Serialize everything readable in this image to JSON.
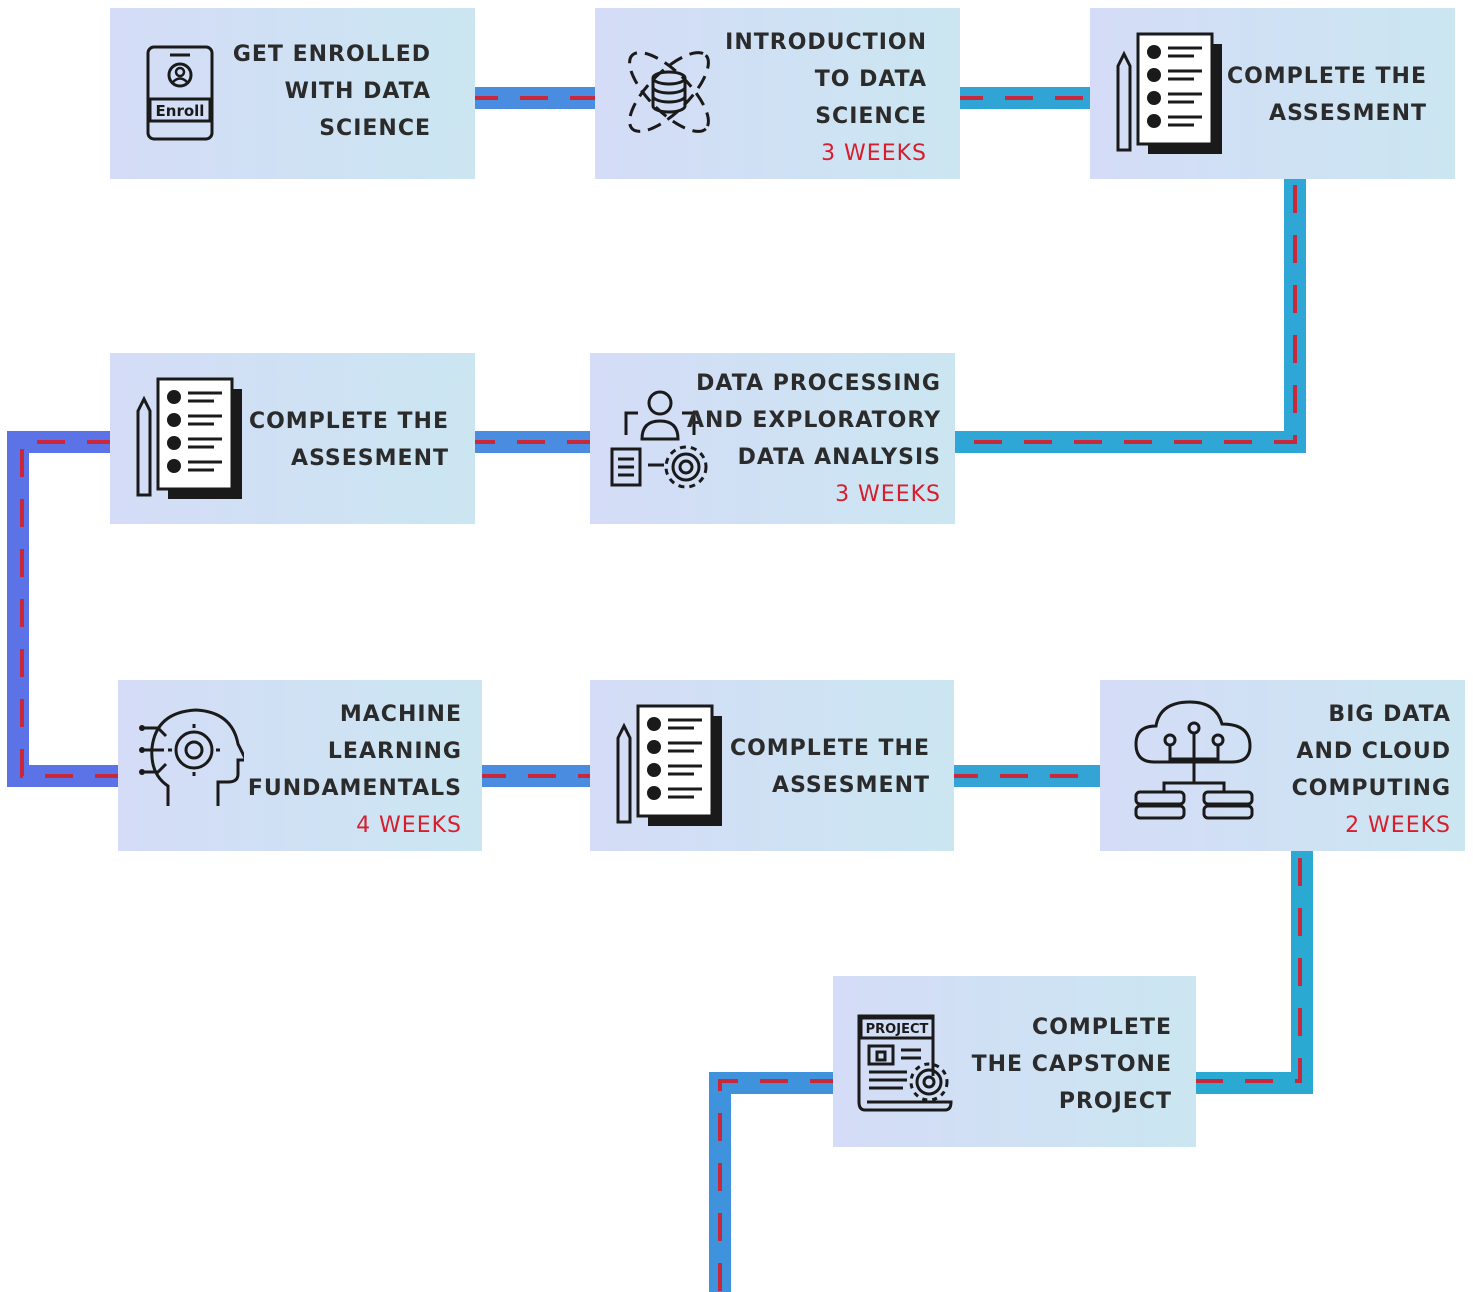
{
  "steps": [
    {
      "lines": [
        "GET ENROLLED",
        "WITH DATA",
        "SCIENCE"
      ],
      "weeks": "",
      "icon": "enroll-icon",
      "icon_text": "Enroll"
    },
    {
      "lines": [
        "INTRODUCTION",
        "TO DATA",
        "SCIENCE"
      ],
      "weeks": "3 WEEKS",
      "icon": "database-orbit-icon"
    },
    {
      "lines": [
        "COMPLETE THE",
        "ASSESMENT"
      ],
      "weeks": "",
      "icon": "checklist-icon"
    },
    {
      "lines": [
        "DATA PROCESSING",
        "AND EXPLORATORY",
        "DATA ANALYSIS"
      ],
      "weeks": "3 WEEKS",
      "icon": "data-processing-icon"
    },
    {
      "lines": [
        "COMPLETE THE",
        "ASSESMENT"
      ],
      "weeks": "",
      "icon": "checklist-icon"
    },
    {
      "lines": [
        "MACHINE",
        "LEARNING",
        "FUNDAMENTALS"
      ],
      "weeks": "4 WEEKS",
      "icon": "ai-head-gear-icon"
    },
    {
      "lines": [
        "COMPLETE THE",
        "ASSESMENT"
      ],
      "weeks": "",
      "icon": "checklist-icon"
    },
    {
      "lines": [
        "BIG DATA",
        "AND CLOUD",
        "COMPUTING"
      ],
      "weeks": "2 WEEKS",
      "icon": "cloud-servers-icon"
    },
    {
      "lines": [
        "COMPLETE",
        "THE CAPSTONE",
        "PROJECT"
      ],
      "weeks": "",
      "icon": "project-document-icon",
      "icon_text": "PROJECT"
    }
  ],
  "colors": {
    "path_blue": "#4a90e2",
    "path_teal": "#2ba8d4",
    "path_violet": "#5b6fe6",
    "dash_red": "#c8283a",
    "weeks_red": "#d81d2c"
  }
}
